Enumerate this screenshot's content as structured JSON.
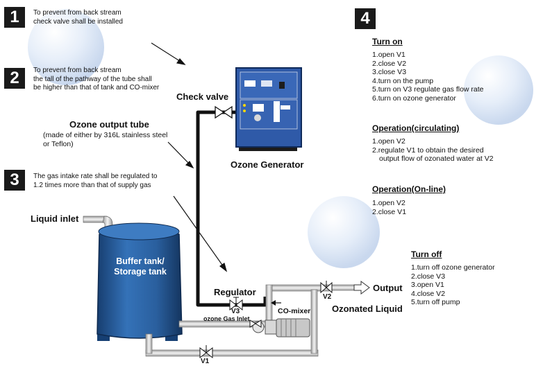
{
  "colors": {
    "tank": "#2a64a8",
    "tank_dark": "#163f73",
    "pipe": "#111111",
    "panel": "#2f5aa8",
    "pipe_light": "#e8e8e8",
    "bubble": "#dfe9f6"
  },
  "icons": {
    "valve": "bowtie-valve-icon",
    "arrow": "arrow-right-icon",
    "pump": "pump-icon"
  },
  "notes": [
    {
      "number": "1",
      "lines": [
        "To prevent from back stream",
        "check valve shall be installed"
      ]
    },
    {
      "number": "2",
      "lines": [
        "To prevent from back stream",
        "the tall of the pathway of the tube shall",
        "be higher than that of tank and CO-mixer"
      ]
    },
    {
      "number": "3",
      "lines": [
        "The gas intake rate shall be regulated to",
        "1.2 times more than that of supply gas"
      ]
    }
  ],
  "ozone_tube": {
    "title": "Ozone output tube",
    "desc": [
      "(made of either by 316L stainless steel",
      "or Teflon)"
    ]
  },
  "labels": {
    "check_valve": "Check valve",
    "ozone_generator": "Ozone Generator",
    "liquid_inlet": "Liquid inlet",
    "tank": [
      "Buffer tank/",
      "Storage tank"
    ],
    "regulator": "Regulator",
    "v3": "V3",
    "co_mixer": "CO-mixer",
    "ozone_gas_inlet": "ozone Gas Inlet",
    "v1": "V1",
    "v2": "V2",
    "output": "Output",
    "ozonated_liquid": "Ozonated Liquid"
  },
  "procedure": {
    "number": "4",
    "turn_on": {
      "title": "Turn on",
      "steps": [
        "1.open V1",
        "2.close V2",
        "3.close V3",
        "4.turn on the pump",
        "5.turn on V3 regulate gas flow rate",
        "6.turn on ozone generator"
      ]
    },
    "circulating": {
      "title": "Operation(circulating)",
      "steps": [
        "1.open V2",
        "2.regulate V1 to obtain the desired",
        "output flow of ozonated water at V2"
      ]
    },
    "online": {
      "title": "Operation(On-line)",
      "steps": [
        "1.open V2",
        "2.close V1"
      ]
    },
    "turn_off": {
      "title": "Turn off",
      "steps": [
        "1.turn off ozone generator",
        "2.close V3",
        "3.open V1",
        "4.close V2",
        "5.turn off pump"
      ]
    }
  }
}
